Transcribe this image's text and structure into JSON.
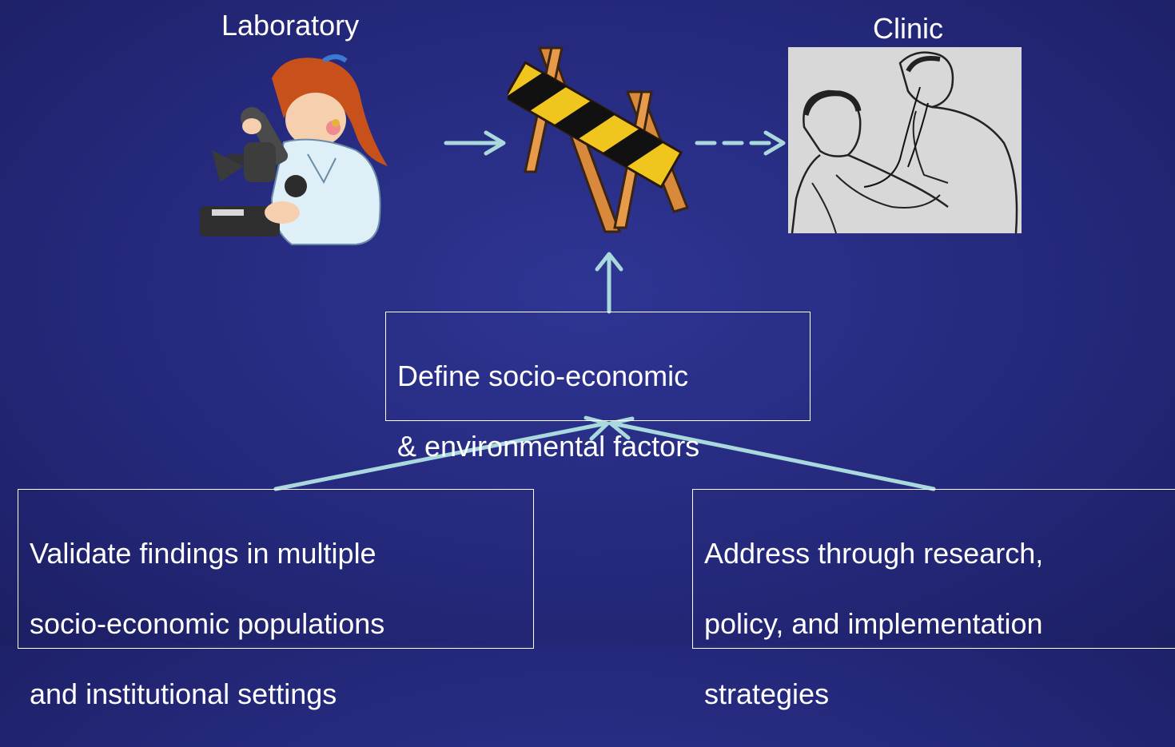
{
  "slide": {
    "background_color": "#25297c",
    "arrow_color": "#a9d8dd"
  },
  "labels": {
    "laboratory": "Laboratory",
    "clinic": "Clinic"
  },
  "boxes": {
    "define": {
      "lines": [
        "Define socio-economic",
        "& environmental factors"
      ]
    },
    "validate": {
      "lines": [
        "Validate findings in multiple",
        "socio-economic populations",
        "and institutional settings"
      ]
    },
    "address": {
      "lines": [
        "Address through research,",
        "policy, and implementation",
        "strategies"
      ]
    }
  },
  "icons": {
    "scientist": "scientist-microscope-illustration",
    "barrier": "road-barrier-illustration",
    "clinic": "doctor-patient-stethoscope-illustration"
  }
}
